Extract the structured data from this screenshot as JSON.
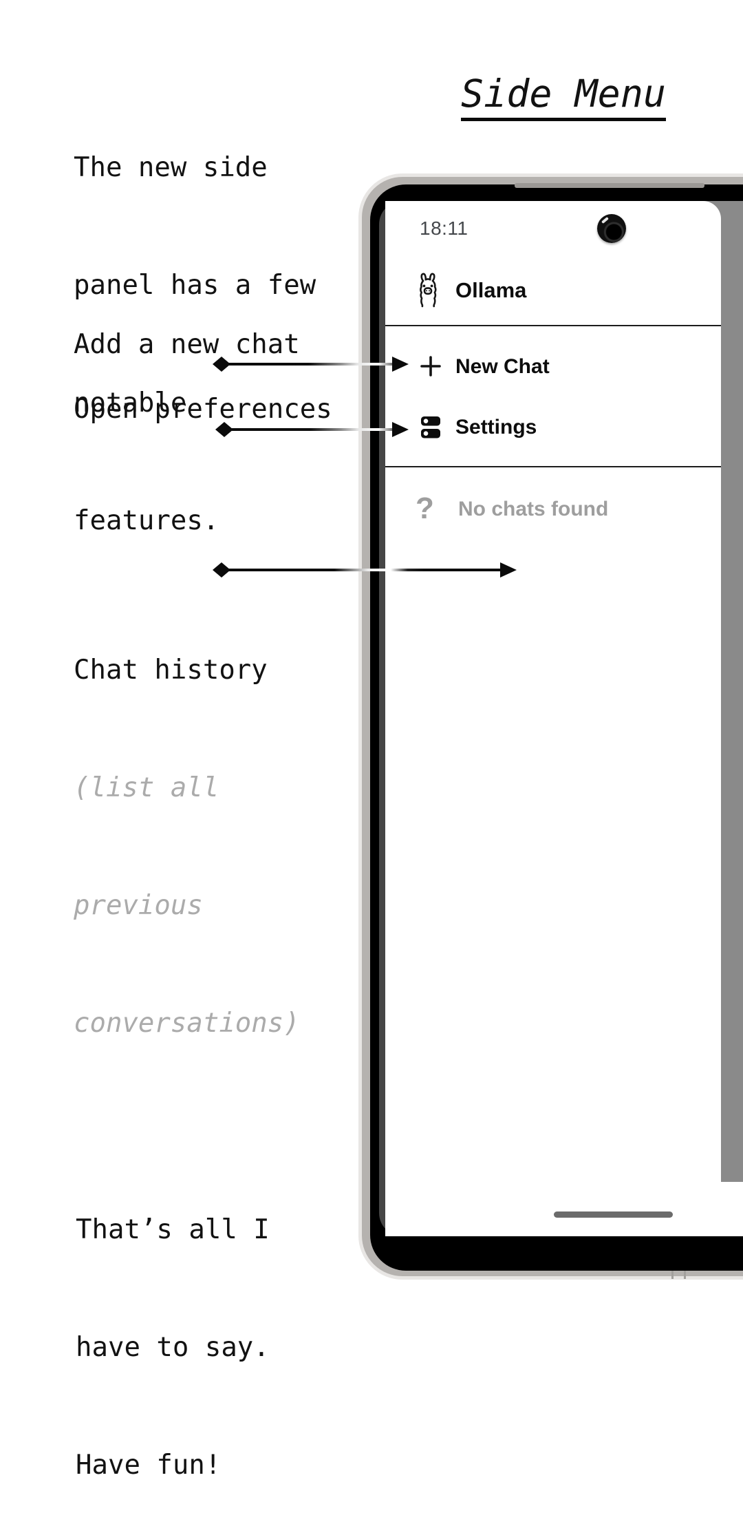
{
  "annotations": {
    "intro_lines": [
      "The new side",
      "panel has a few",
      "notable",
      "features."
    ],
    "title": "Side Menu",
    "add_chat_label": "Add a new chat",
    "open_prefs_label": "Open preferences",
    "chat_history_label": "Chat history",
    "chat_history_note_lines": [
      "(list all",
      "previous",
      "conversations)"
    ],
    "outro_lines": [
      "That’s all I",
      "have to say.",
      "Have fun!"
    ]
  },
  "phone": {
    "status_time": "18:11",
    "app_title": "Ollama",
    "menu_items": [
      {
        "icon": "plus-icon",
        "label": "New Chat"
      },
      {
        "icon": "dns-icon",
        "label": "Settings"
      }
    ],
    "empty_state": {
      "icon": "question-mark-icon",
      "question_mark": "?",
      "label": "No chats found"
    },
    "colors": {
      "scrim_gray": "#8a8a8a",
      "frame_silver": "#b5b2af",
      "bezel_black": "#000000",
      "muted_text": "#9e9e9e",
      "divider": "#1c1c1c"
    }
  }
}
